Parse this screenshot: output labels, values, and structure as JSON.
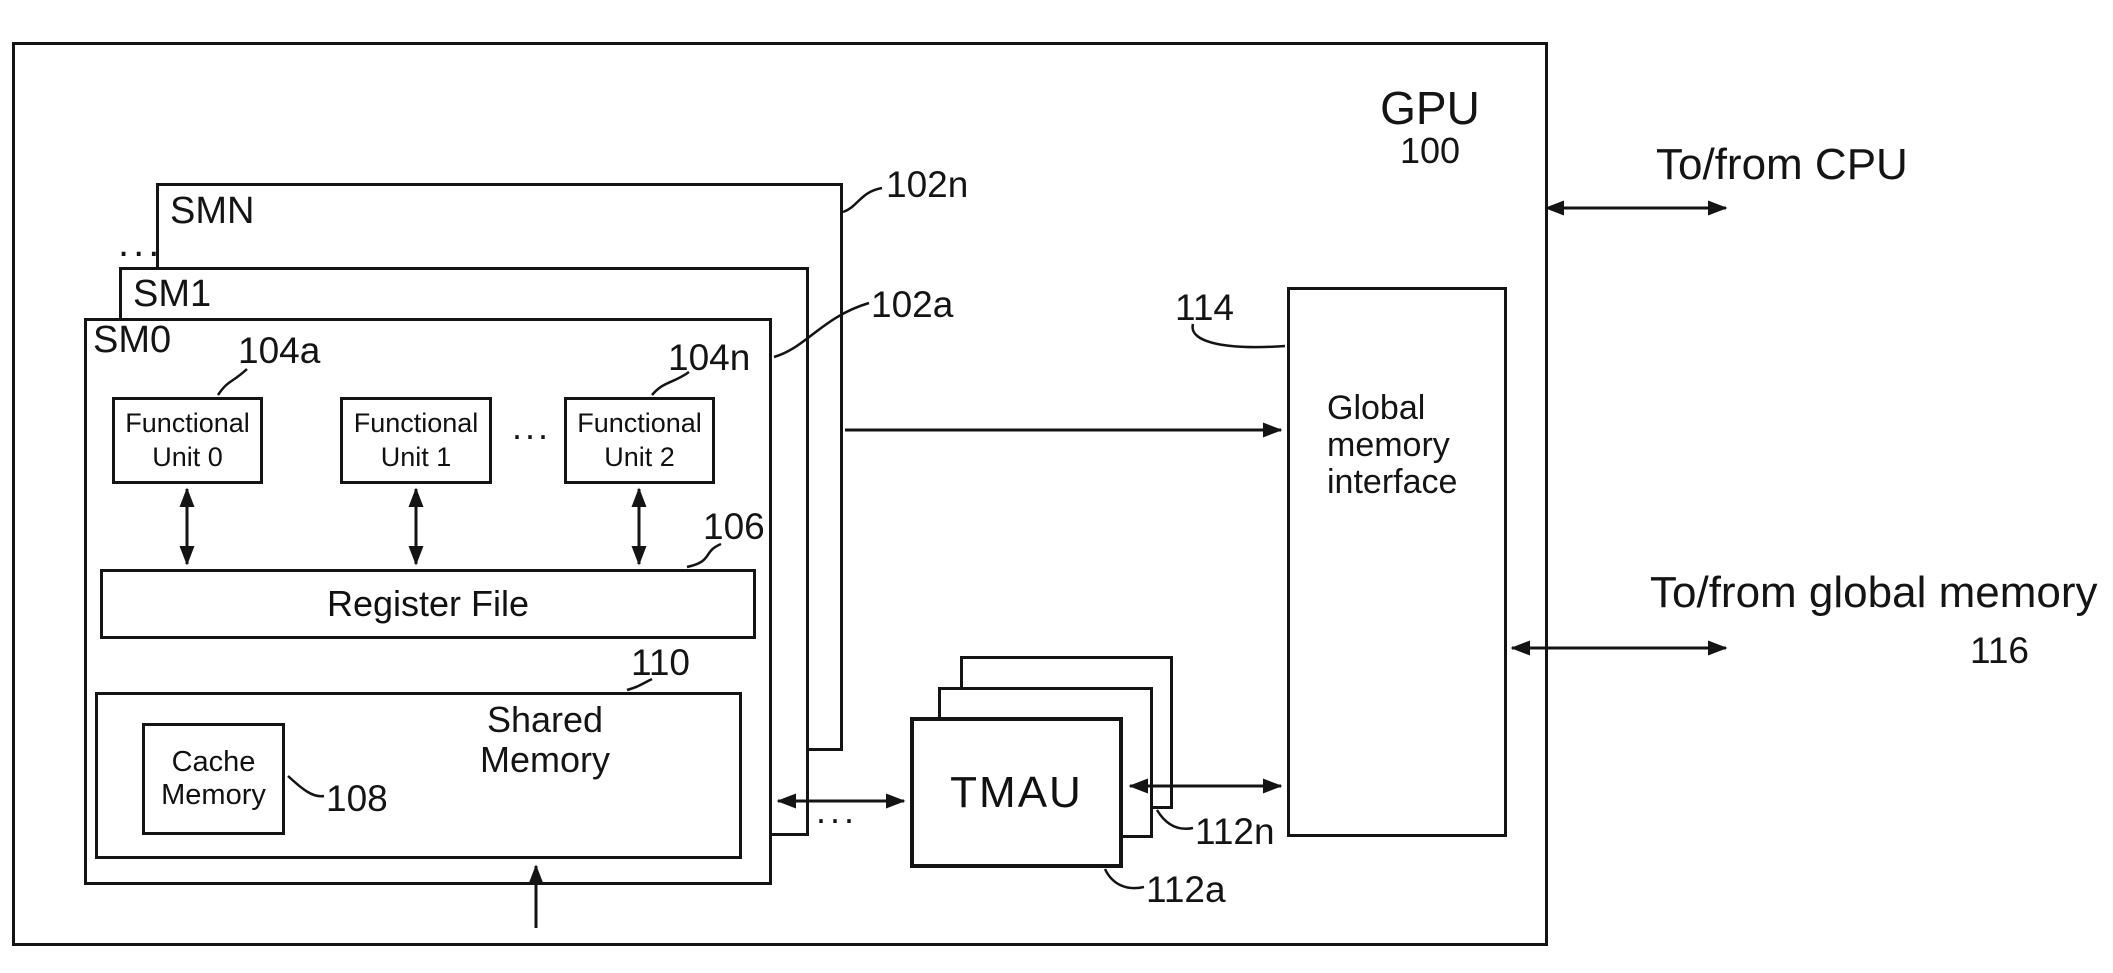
{
  "figure": {
    "title": "GPU",
    "gpu_ref": "100"
  },
  "sm_stack": {
    "smn_label": "SMN",
    "sm1_label": "SM1",
    "sm0_label": "SM0",
    "ellipsis": "...",
    "ref_back": "102n",
    "ref_front": "102a"
  },
  "functional_units": {
    "fu0": {
      "line1": "Functional",
      "line2": "Unit 0"
    },
    "fu1": {
      "line1": "Functional",
      "line2": "Unit 1"
    },
    "fu2": {
      "line1": "Functional",
      "line2": "Unit 2"
    },
    "ellipsis": "...",
    "ref_first": "104a",
    "ref_last": "104n"
  },
  "register_file": {
    "label": "Register File",
    "ref": "106"
  },
  "shared_memory": {
    "line1": "Shared",
    "line2": "Memory",
    "ref": "110"
  },
  "cache_memory": {
    "line1": "Cache",
    "line2": "Memory",
    "ref": "108"
  },
  "tmau": {
    "label": "TMAU",
    "ref_front": "112a",
    "ref_back": "112n",
    "ellipsis": "..."
  },
  "global_memory_interface": {
    "line1": "Global",
    "line2": "memory",
    "line3": "interface",
    "ref": "114"
  },
  "io": {
    "cpu_label": "To/from CPU",
    "global_memory_label": "To/from global memory",
    "global_memory_ref": "116"
  }
}
